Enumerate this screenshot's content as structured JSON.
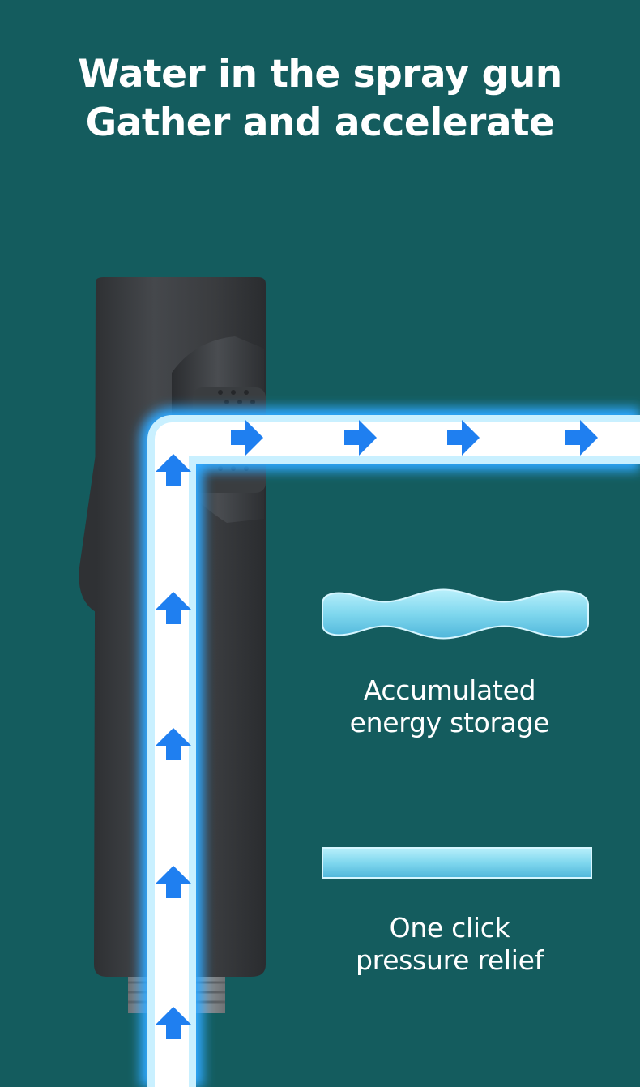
{
  "headline": {
    "line1": "Water in the spray gun",
    "line2": "Gather and accelerate"
  },
  "features": [
    {
      "icon": "wavy-water-bar-icon",
      "line1": "Accumulated",
      "line2": "energy storage"
    },
    {
      "icon": "flat-water-bar-icon",
      "line1": "One click",
      "line2": "pressure relief"
    }
  ],
  "colors": {
    "background": "#145c5e",
    "sprayer_body": "#3b3d40",
    "water_flow": "#ffffff",
    "water_glow": "#2fa8ff",
    "arrow": "#1f7ff0",
    "feature_bar": "#7ed6ee"
  }
}
